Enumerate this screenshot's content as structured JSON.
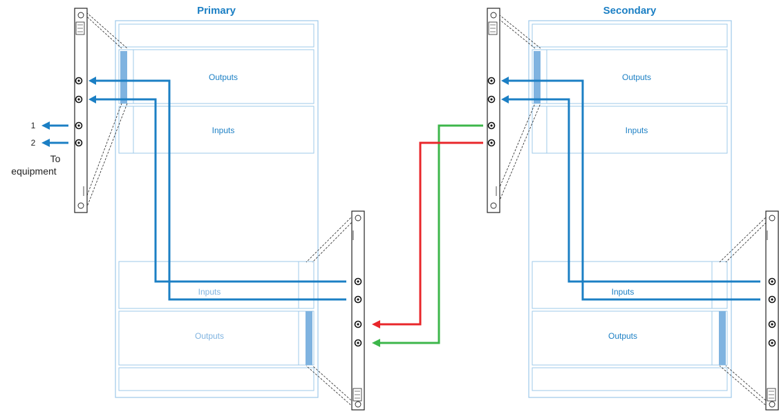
{
  "titles": {
    "primary": "Primary",
    "secondary": "Secondary"
  },
  "primary_rack": {
    "top_outputs": "Outputs",
    "top_inputs": "Inputs",
    "bottom_inputs": "Inputs",
    "bottom_outputs": "Outputs"
  },
  "secondary_rack": {
    "top_outputs": "Outputs",
    "top_inputs": "Inputs",
    "bottom_inputs": "Inputs",
    "bottom_outputs": "Outputs"
  },
  "output_labels": {
    "one": "1",
    "two": "2"
  },
  "equipment_label": {
    "line1": "To",
    "line2": "equipment"
  },
  "colors": {
    "blue": "#1b7fc4",
    "red": "#e8262a",
    "green": "#3cb64a",
    "rack_stroke": "#9cc8ea",
    "rack_fill_bar": "#7fb3e0",
    "label_text": "#1b7fc4",
    "label_faded": "#7fb3e0"
  }
}
